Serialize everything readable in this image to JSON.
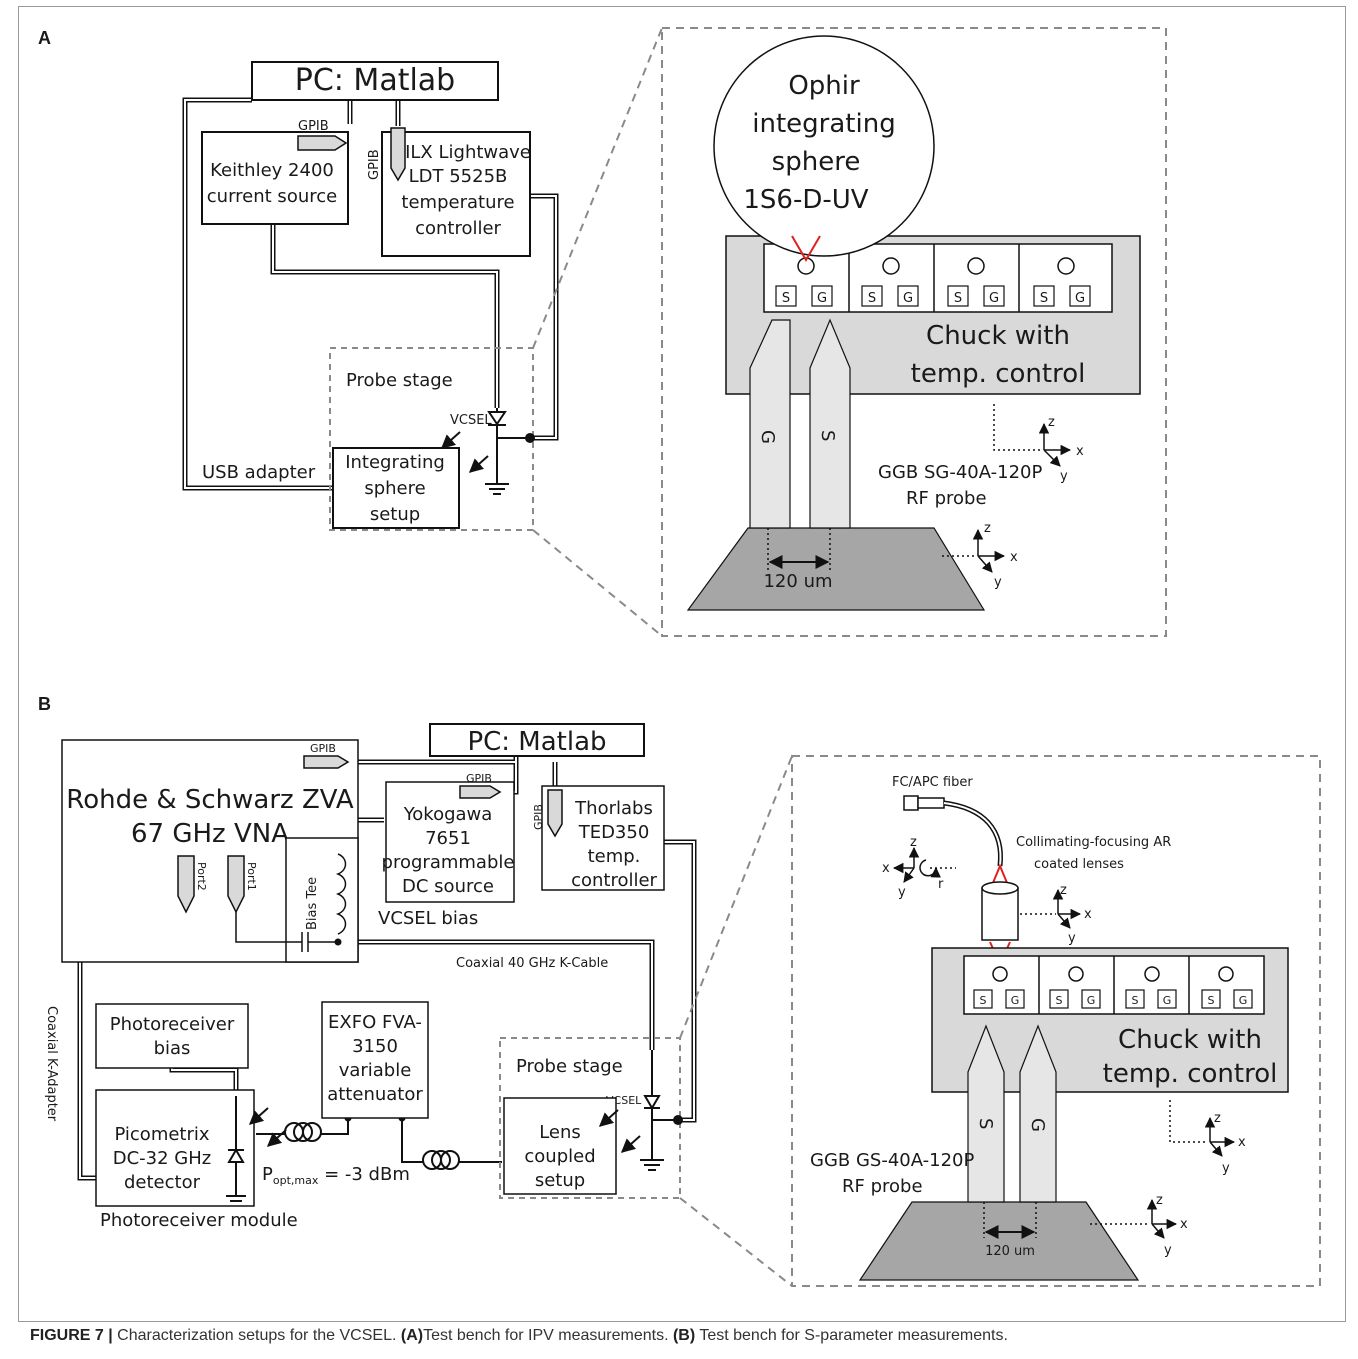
{
  "panel_a": {
    "label": "A",
    "pc": "PC: Matlab",
    "gpib": "GPIB",
    "keithley": [
      "Keithley 2400",
      "current source"
    ],
    "ilx": [
      "ILX Lightwave",
      "LDT 5525B",
      "temperature",
      "controller"
    ],
    "probe_stage": "Probe stage",
    "vcsel": "VCSEL",
    "integrating": [
      "Integrating",
      "sphere",
      "setup"
    ],
    "usb": "USB adapter",
    "ophir": [
      "Ophir",
      "integrating",
      "sphere",
      "1S6-D-UV"
    ],
    "pad_s": "S",
    "pad_g": "G",
    "chuck": [
      "Chuck with",
      "temp. control"
    ],
    "probe_g": "G",
    "probe_s": "S",
    "rf_probe": [
      "GGB SG-40A-120P",
      "RF probe"
    ],
    "pitch": "120 um",
    "axis_x": "x",
    "axis_y": "y",
    "axis_z": "z"
  },
  "panel_b": {
    "label": "B",
    "pc": "PC: Matlab",
    "gpib": "GPIB",
    "vna": [
      "Rohde & Schwarz ZVA",
      "67 GHz VNA"
    ],
    "port2": "Port2",
    "port1": "Port1",
    "bias_tee": "Bias Tee",
    "yokogawa": [
      "Yokogawa",
      "7651",
      "programmable",
      "DC source"
    ],
    "vcsel_bias": "VCSEL bias",
    "thorlabs": [
      "Thorlabs",
      "TED350",
      "temp.",
      "controller"
    ],
    "coax40": "Coaxial 40 GHz K-Cable",
    "coax_k": "Coaxial K-Adapter",
    "photo_bias": [
      "Photoreceiver",
      "bias"
    ],
    "exfo": [
      "EXFO FVA-",
      "3150",
      "variable",
      "attenuator"
    ],
    "probe_stage": "Probe stage",
    "vcsel": "VCSEL",
    "lens_setup": [
      "Lens",
      "coupled",
      "setup"
    ],
    "picometrix": [
      "Picometrix",
      "DC-32 GHz",
      "detector"
    ],
    "popt_p": "P",
    "popt_sub": "opt,max",
    "popt_val": " = -3 dBm",
    "photo_module": "Photoreceiver module",
    "fiber": "FC/APC fiber",
    "lenses": [
      "Collimating-focusing AR",
      "coated lenses"
    ],
    "axis_r": "r",
    "pad_s": "S",
    "pad_g": "G",
    "chuck": [
      "Chuck with",
      "temp. control"
    ],
    "probe_s": "S",
    "probe_g": "G",
    "rf_probe": [
      "GGB GS-40A-120P",
      "RF probe"
    ],
    "pitch": "120 um",
    "axis_x": "x",
    "axis_y": "y",
    "axis_z": "z"
  },
  "caption": {
    "fig": "FIGURE 7 |",
    "main": " Characterization setups for the VCSEL. ",
    "a_label": "(A)",
    "a_text": "Test bench for IPV measurements. ",
    "b_label": "(B)",
    "b_text": " Test bench for S-parameter measurements."
  }
}
